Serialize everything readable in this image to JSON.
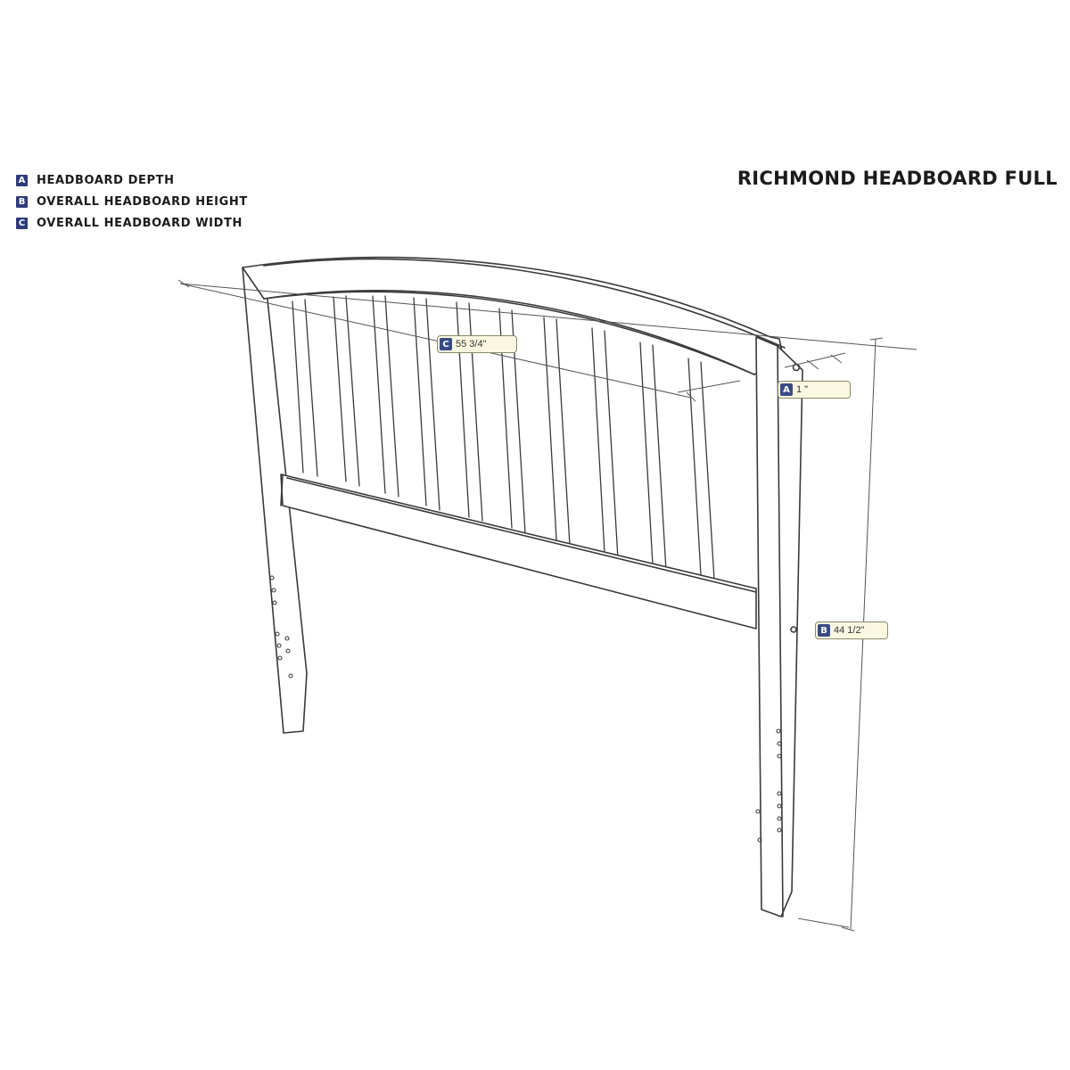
{
  "title": "RICHMOND HEADBOARD FULL",
  "legend": [
    {
      "key": "A",
      "label": "HEADBOARD DEPTH"
    },
    {
      "key": "B",
      "label": "OVERALL HEADBOARD HEIGHT"
    },
    {
      "key": "C",
      "label": "OVERALL HEADBOARD WIDTH"
    }
  ],
  "dimensions": {
    "a": {
      "key": "A",
      "value": "1 \""
    },
    "b": {
      "key": "B",
      "value": "44 1/2\""
    },
    "c": {
      "key": "C",
      "value": "55 3/4\""
    }
  },
  "colors": {
    "line": "#3a3a3a",
    "badge": "#2e3a78",
    "callout_fill": "#fbf8e2"
  }
}
